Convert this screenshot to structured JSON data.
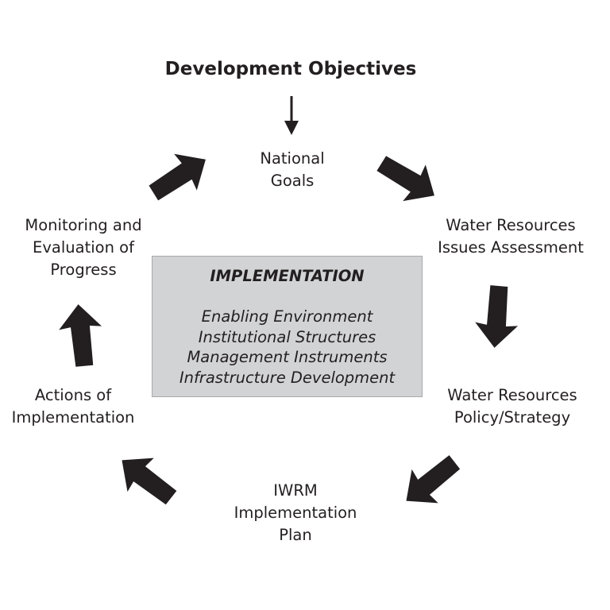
{
  "title": "Development Objectives",
  "nodes": {
    "national_goals": [
      "National",
      "Goals"
    ],
    "issues_assessment": [
      "Water Resources",
      "Issues Assessment"
    ],
    "policy_strategy": [
      "Water Resources",
      "Policy/Strategy"
    ],
    "iwrm_plan": [
      "IWRM",
      "Implementation",
      "Plan"
    ],
    "actions": [
      "Actions of",
      "Implementation"
    ],
    "monitoring": [
      "Monitoring and",
      "Evaluation of",
      "Progress"
    ]
  },
  "center": {
    "heading": "IMPLEMENTATION",
    "items": [
      "Enabling Environment",
      "Institutional Structures",
      "Management Instruments",
      "Infrastructure Development"
    ]
  },
  "colors": {
    "arrow": "#231f20",
    "box_fill": "#d2d3d5",
    "text": "#231f20"
  }
}
